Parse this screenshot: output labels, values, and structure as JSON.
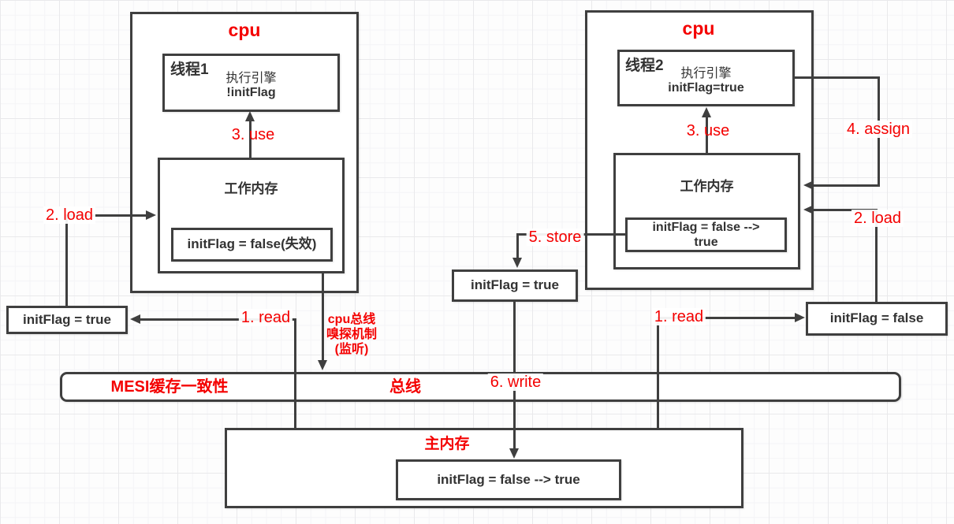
{
  "colors": {
    "accent": "#f40000",
    "line": "#3f3f3f",
    "text": "#333333"
  },
  "cpu_left": {
    "title": "cpu",
    "thread_name": "线程1",
    "engine": "执行引擎",
    "engine_value": "!initFlag",
    "use_label": "3. use",
    "wm_title": "工作内存",
    "wm_value": "initFlag = false(失效)",
    "load_label": "2. load",
    "read_label": "1. read",
    "read_value": "initFlag = true",
    "sniff_line1": "cpu总线",
    "sniff_line2": "嗅探机制",
    "sniff_line3": "(监听)"
  },
  "cpu_right": {
    "title": "cpu",
    "thread_name": "线程2",
    "engine": "执行引擎",
    "engine_value": "initFlag=true",
    "use_label": "3. use",
    "assign_label": "4. assign",
    "wm_title": "工作内存",
    "wm_value": "initFlag = false --> true",
    "load_label": "2. load",
    "read_label": "1. read",
    "read_value": "initFlag = false",
    "store_label": "5. store",
    "store_value": "initFlag = true",
    "write_label": "6. write"
  },
  "bus": {
    "mesi_label": "MESI缓存一致性",
    "name": "总线"
  },
  "main_memory": {
    "title": "主内存",
    "value": "initFlag = false --> true"
  }
}
